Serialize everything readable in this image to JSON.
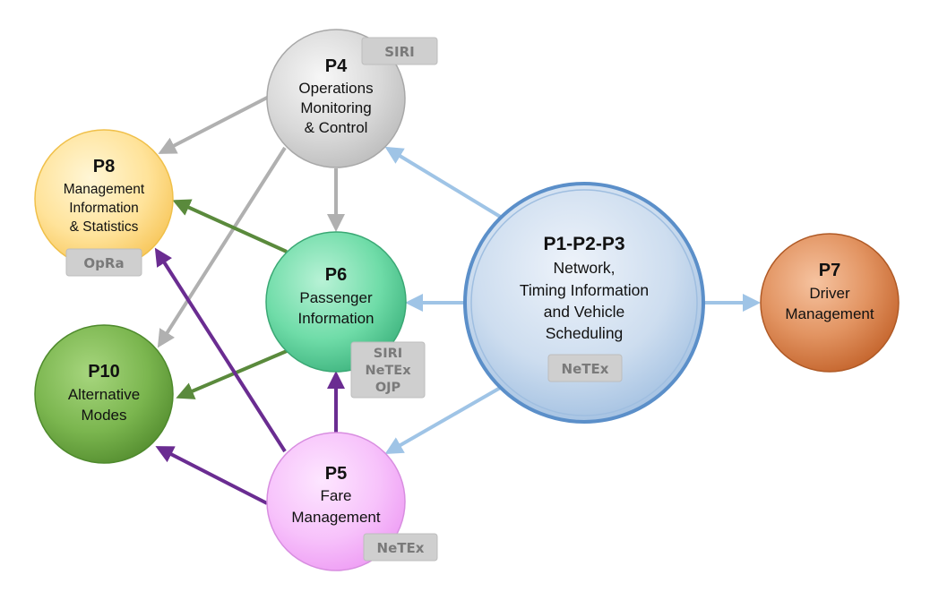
{
  "colors": {
    "grey_arrow": "#b0b0b0",
    "blue_arrow": "#9fc4e6",
    "green_arrow": "#5a8a3c",
    "purple_arrow": "#6a2c91",
    "badge_fill": "#cfcfcf",
    "badge_text": "#7a7a7a"
  },
  "nodes": {
    "p4": {
      "title": "P4",
      "lines": [
        "Operations",
        "Monitoring",
        "& Control"
      ],
      "badge": [
        "SIRI"
      ]
    },
    "p8": {
      "title": "P8",
      "lines": [
        "Management",
        "Information",
        "& Statistics"
      ],
      "badge": [
        "OpRa"
      ]
    },
    "p6": {
      "title": "P6",
      "lines": [
        "Passenger",
        "Information"
      ],
      "badge": [
        "SIRI",
        "NeTEx",
        "OJP"
      ]
    },
    "p10": {
      "title": "P10",
      "lines": [
        "Alternative",
        "Modes"
      ],
      "badge": []
    },
    "p5": {
      "title": "P5",
      "lines": [
        "Fare",
        "Management"
      ],
      "badge": [
        "NeTEx"
      ]
    },
    "p123": {
      "title": "P1-P2-P3",
      "lines": [
        "Network,",
        "Timing Information",
        "and Vehicle",
        "Scheduling"
      ],
      "badge": [
        "NeTEx"
      ]
    },
    "p7": {
      "title": "P7",
      "lines": [
        "Driver",
        "Management"
      ],
      "badge": []
    }
  }
}
